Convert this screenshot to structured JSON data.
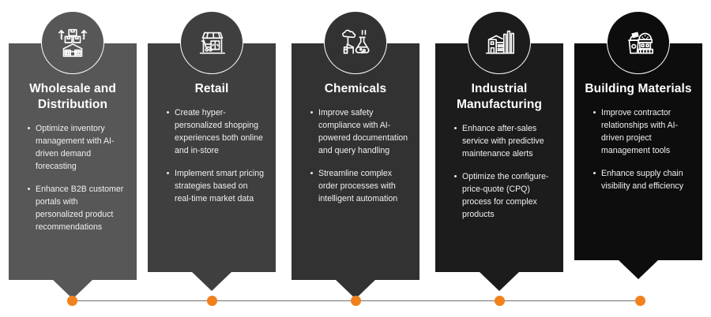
{
  "theme": {
    "background": "#ffffff",
    "accent": "#f2811d",
    "timeline_line": "#6f6f6f",
    "text": "#ffffff"
  },
  "timeline": {
    "dot_count": 5,
    "dot_color": "#f2811d",
    "line_color": "#6f6f6f"
  },
  "cards": [
    {
      "id": "wholesale-and-distribution",
      "title": "Wholesale and Distribution",
      "icon": "warehouse-boxes-icon",
      "color": "#575757",
      "bullets": [
        "Optimize inventory management with AI-driven demand forecasting",
        "Enhance B2B customer portals with personalized product recommendations"
      ]
    },
    {
      "id": "retail",
      "title": "Retail",
      "icon": "storefront-shopping-cart-icon",
      "color": "#3f3f3f",
      "bullets": [
        "Create hyper-personalized shopping experiences both online and in-store",
        "Implement smart pricing strategies based on real-time market data"
      ]
    },
    {
      "id": "chemicals",
      "title": "Chemicals",
      "icon": "chemical-plant-flask-icon",
      "color": "#323232",
      "bullets": [
        "Improve safety compliance with AI-powered documentation and query handling",
        "Streamline complex order processes with intelligent automation"
      ]
    },
    {
      "id": "industrial-manufacturing",
      "title": "Industrial Manufacturing",
      "icon": "factory-icon",
      "color": "#1c1c1c",
      "bullets": [
        "Enhance after-sales service with predictive maintenance alerts",
        "Optimize the configure-price-quote (CPQ) process for complex products"
      ]
    },
    {
      "id": "building-materials",
      "title": "Building Materials",
      "icon": "bucket-gravel-bricks-icon",
      "color": "#0d0d0d",
      "bullets": [
        "Improve contractor relationships with AI-driven project management tools",
        "Enhance supply chain visibility and efficiency"
      ]
    }
  ]
}
